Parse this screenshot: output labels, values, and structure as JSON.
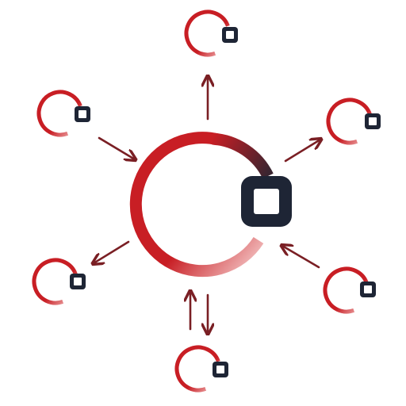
{
  "illustration": {
    "icon": "hub-and-spoke-network-icon",
    "colors": {
      "ring_primary": "#c81e24",
      "ring_fade": "#f4c6c6",
      "arrow": "#7a1f24",
      "node_square": "#1e2535",
      "background": "#ffffff"
    },
    "center_node": {
      "icon": "central-ring-node-icon"
    },
    "satellites": [
      {
        "name": "satellite-top",
        "arrow": "outgoing"
      },
      {
        "name": "satellite-upper-right",
        "arrow": "outgoing"
      },
      {
        "name": "satellite-lower-right",
        "arrow": "incoming"
      },
      {
        "name": "satellite-bottom",
        "arrow": "bidirectional"
      },
      {
        "name": "satellite-lower-left",
        "arrow": "outgoing"
      },
      {
        "name": "satellite-upper-left",
        "arrow": "incoming"
      }
    ]
  }
}
